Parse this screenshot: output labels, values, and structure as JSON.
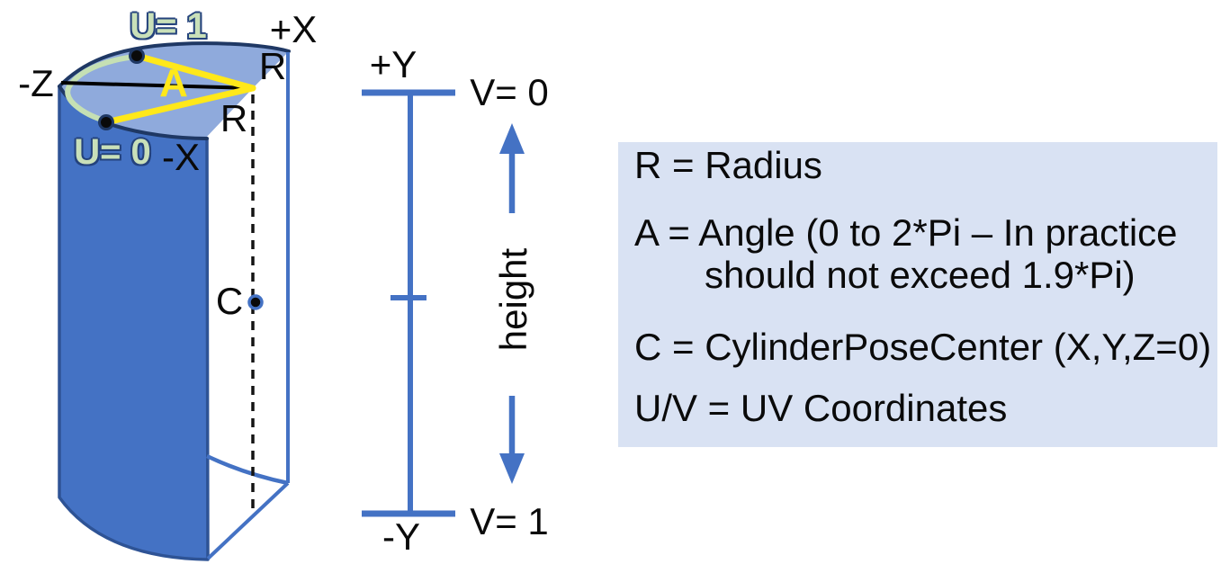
{
  "colors": {
    "side_blue": "#4472C4",
    "top_blue": "#8FAADC",
    "rim_navy": "#1F3864",
    "edge_navy": "#2E5395",
    "seam_green": "#C5E0B4",
    "angle_yellow": "#FFE81A",
    "axis_blue": "#4472C4",
    "dot_black": "#0A0A0A",
    "line_black": "#000000",
    "legend_bg": "#D9E2F3"
  },
  "cylinder": {
    "u1_label": "U= 1",
    "u0_label": "U= 0",
    "plus_x_label": "+X",
    "minus_x_label": "-X",
    "minus_z_label": "-Z",
    "radius_top_label": "R",
    "radius_front_label": "R",
    "angle_label": "A",
    "center_label": "C"
  },
  "axis": {
    "plus_y_label": "+Y",
    "minus_y_label": "-Y",
    "v0_label": "V= 0",
    "v1_label": "V= 1",
    "height_label": "height"
  },
  "legend": {
    "r_line": "R = Radius",
    "a_line1": "A = Angle (0 to 2*Pi – In practice",
    "a_line2": "should not exceed 1.9*Pi)",
    "c_line": "C = CylinderPoseCenter (X,Y,Z=0)",
    "uv_line": "U/V = UV Coordinates"
  }
}
